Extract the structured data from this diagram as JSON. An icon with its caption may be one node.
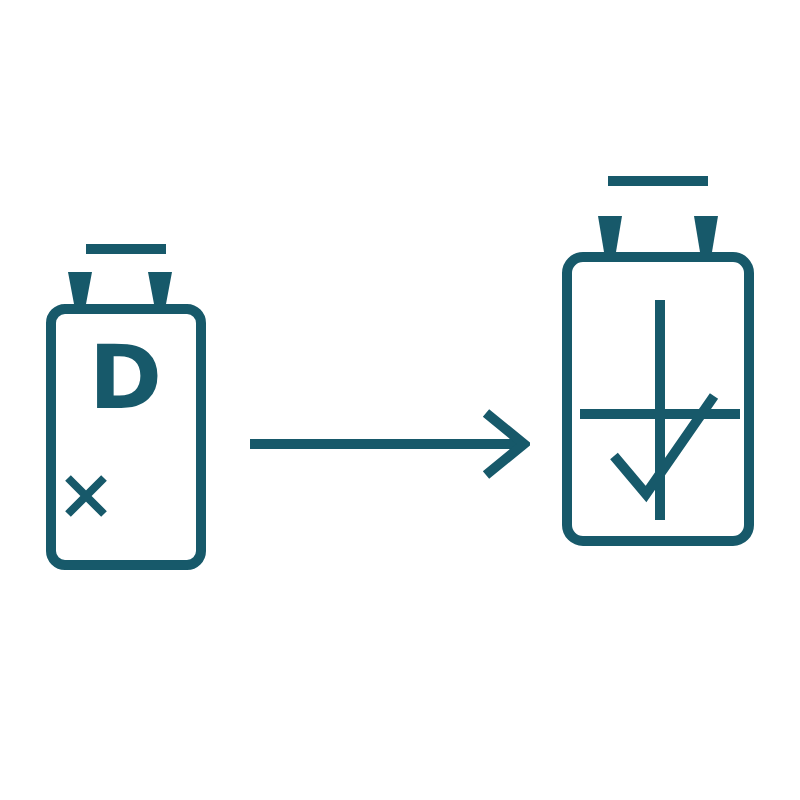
{
  "diagram": {
    "nodes": [
      {
        "text": [
          "D"
        ]
      },
      {
        "text": [],
        "shape": "picture"
      }
    ],
    "edges": [
      {
        "from": 0,
        "to": 1,
        "arrow": "to"
      }
    ]
  }
}
